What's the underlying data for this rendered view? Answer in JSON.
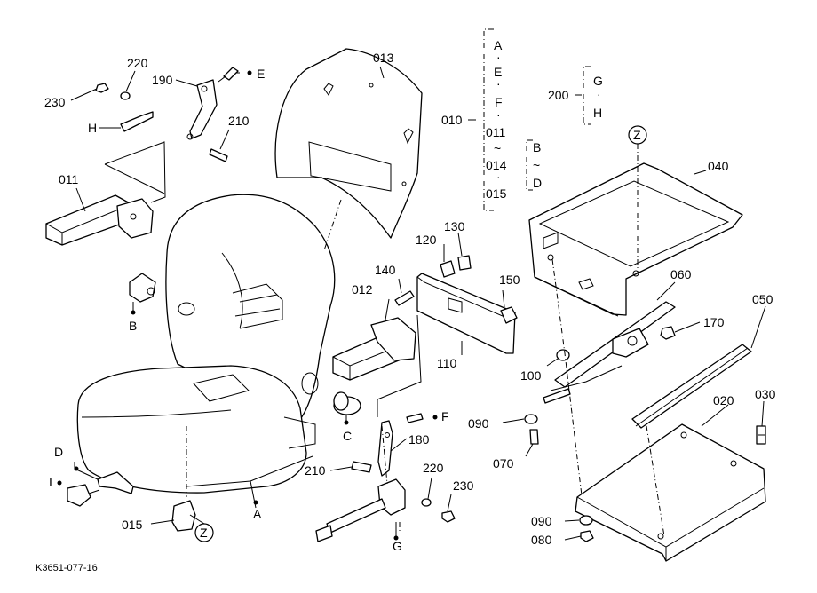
{
  "figure_code": "K3651-077-16",
  "parts": {
    "p230a": "230",
    "p220a": "220",
    "p190": "190",
    "pE1": "E",
    "pH1": "H",
    "p210a": "210",
    "p011": "011",
    "p013": "013",
    "p010": "010",
    "p200": "200",
    "p040": "040",
    "p120": "120",
    "p130": "130",
    "p140": "140",
    "p012": "012",
    "p150": "150",
    "p110": "110",
    "p060": "060",
    "p170": "170",
    "p050": "050",
    "p100": "100",
    "p090a": "090",
    "p070": "070",
    "p020": "020",
    "p030": "030",
    "p090b": "090",
    "p080": "080",
    "pB": "B",
    "pC": "C",
    "pF": "F",
    "p180": "180",
    "p210b": "210",
    "p220b": "220",
    "p230b": "230",
    "pD": "D",
    "pI": "I",
    "p015": "015",
    "pA": "A",
    "pG": "G",
    "pZ1": "Z",
    "pZ2": "Z"
  },
  "kit_010": [
    "A",
    "E",
    "F",
    "011",
    "~",
    "014",
    "015"
  ],
  "kit_010_sub": [
    "B",
    "~",
    "D"
  ],
  "kit_200": [
    "G",
    "H"
  ]
}
